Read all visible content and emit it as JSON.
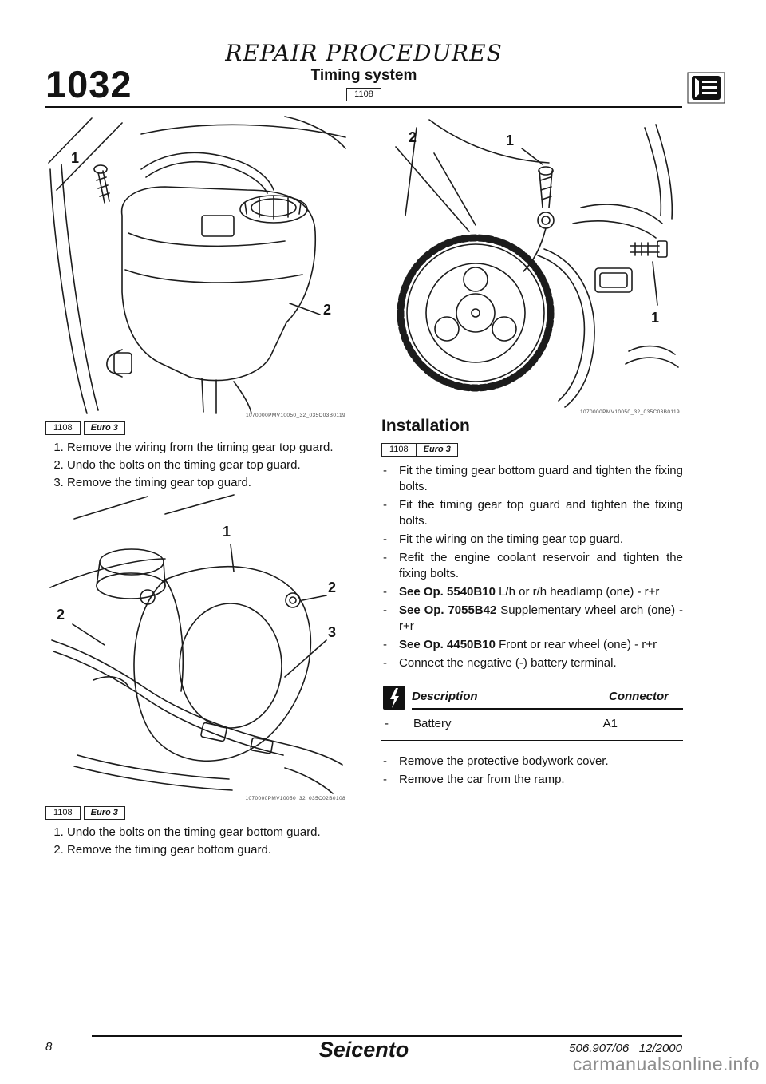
{
  "header": {
    "title": "REPAIR PROCEDURES",
    "subtitle": "Timing system",
    "op_badge": "1108",
    "page_code": "1032"
  },
  "tags": {
    "op": "1108",
    "euro": "Euro 3"
  },
  "figures": {
    "reservoir": {
      "callout_1": "1",
      "callout_2": "2",
      "caption": "1070000PMV10050_32_035C03B0119"
    },
    "gear": {
      "callout_2": "2",
      "callout_1_top": "1",
      "callout_1_right": "1",
      "caption": "1070000PMV10050_32_035C03B0119"
    },
    "top_guard": {
      "callout_1": "1",
      "callout_2_right": "2",
      "callout_3": "3",
      "callout_2_left": "2",
      "caption": "1070000PMV10050_32_035C02B0108"
    }
  },
  "removal_top": {
    "steps": [
      "Remove the wiring from the timing gear top guard.",
      "Undo the bolts on the timing gear top guard.",
      "Remove the timing gear top guard."
    ]
  },
  "removal_bottom": {
    "steps": [
      "Undo the bolts on the timing gear bottom guard.",
      "Remove the timing gear bottom guard."
    ]
  },
  "installation": {
    "heading": "Installation",
    "steps": [
      {
        "bold": "",
        "text": "Fit the timing gear bottom guard and tighten the fixing bolts."
      },
      {
        "bold": "",
        "text": "Fit the timing gear top guard and tighten the fixing bolts."
      },
      {
        "bold": "",
        "text": "Fit the wiring on the timing gear top guard."
      },
      {
        "bold": "",
        "text": "Refit the engine coolant reservoir and tighten the fixing bolts."
      },
      {
        "bold": "See Op. 5540B10 ",
        "text": " L/h or r/h headlamp (one) - r+r"
      },
      {
        "bold": "See Op. 7055B42 ",
        "text": " Supplementary wheel arch (one) - r+r"
      },
      {
        "bold": "See Op. 4450B10 ",
        "text": " Front or rear wheel (one) - r+r"
      },
      {
        "bold": "",
        "text": "Connect the negative (-) battery terminal."
      }
    ]
  },
  "connector_table": {
    "header_description": "Description",
    "header_connector": "Connector",
    "row_description": "Battery",
    "row_connector": "A1"
  },
  "post_steps": [
    "Remove the protective bodywork cover.",
    "Remove the car from the ramp."
  ],
  "footer": {
    "page_number": "8",
    "brand": "Seicento",
    "reference": "506.907/06",
    "date": "12/2000"
  },
  "watermark": "carmanualsonline.info"
}
